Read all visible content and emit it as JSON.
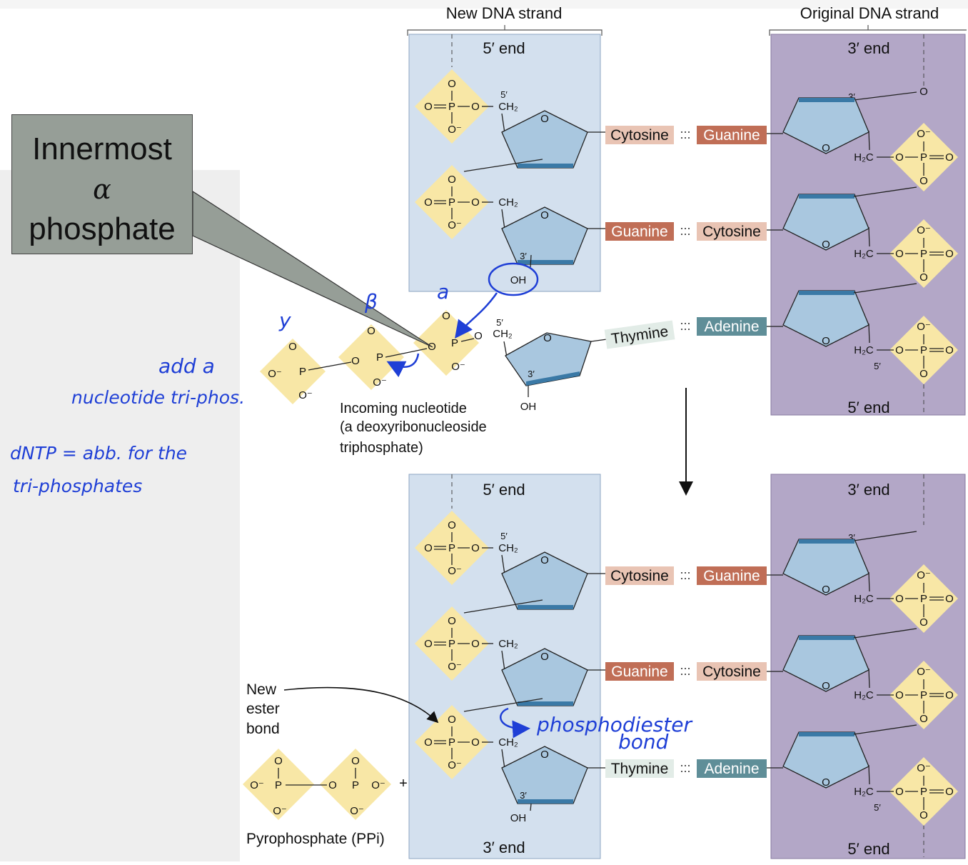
{
  "strand_labels": {
    "new": "New DNA strand",
    "original": "Original DNA strand"
  },
  "end_labels": {
    "five": "5′ end",
    "three": "3′ end"
  },
  "bases": {
    "cytosine": "Cytosine",
    "guanine": "Guanine",
    "thymine": "Thymine",
    "adenine": "Adenine"
  },
  "hbond": ":::",
  "atoms": {
    "o": "O",
    "p": "P",
    "oh": "OH",
    "ch2": "CH₂",
    "h2c": "H₂C",
    "o_minus": "O⁻",
    "five_prime": "5′",
    "three_prime": "3′",
    "plus": "+"
  },
  "callout": {
    "line1": "Innermost",
    "line2": "α",
    "line3": "phosphate"
  },
  "incoming": {
    "line1": "Incoming nucleotide",
    "line2": "(a deoxyribonucleoside",
    "line3": "triphosphate)"
  },
  "greek": {
    "alpha": "a",
    "beta": "β",
    "gamma": "y"
  },
  "annotations": {
    "add_line1": "add a",
    "add_line2": "nucleotide tri-phos.",
    "dntp_line1": "dNTP = abb. for the",
    "dntp_line2": "tri-phosphates",
    "phospho_line1": "phosphodiester",
    "phospho_line2": "bond"
  },
  "new_bond": {
    "line1": "New",
    "line2": "ester",
    "line3": "bond"
  },
  "ppi_label": "Pyrophosphate (PPi)",
  "colors": {
    "new_strand_bg": "#d3e0ee",
    "orig_strand_bg": "#b3a7c7",
    "phosphate": "#f8e7a6",
    "sugar_fill": "#a9c7df",
    "sugar_bar": "#3a79a6",
    "cytosine": "#e9c4b4",
    "guanine": "#c06e56",
    "thymine": "#e2ece7",
    "adenine": "#5f8e98",
    "callout": "#969e97",
    "handwriting": "#1f3fd6",
    "gray_panel": "#eeeeee"
  }
}
